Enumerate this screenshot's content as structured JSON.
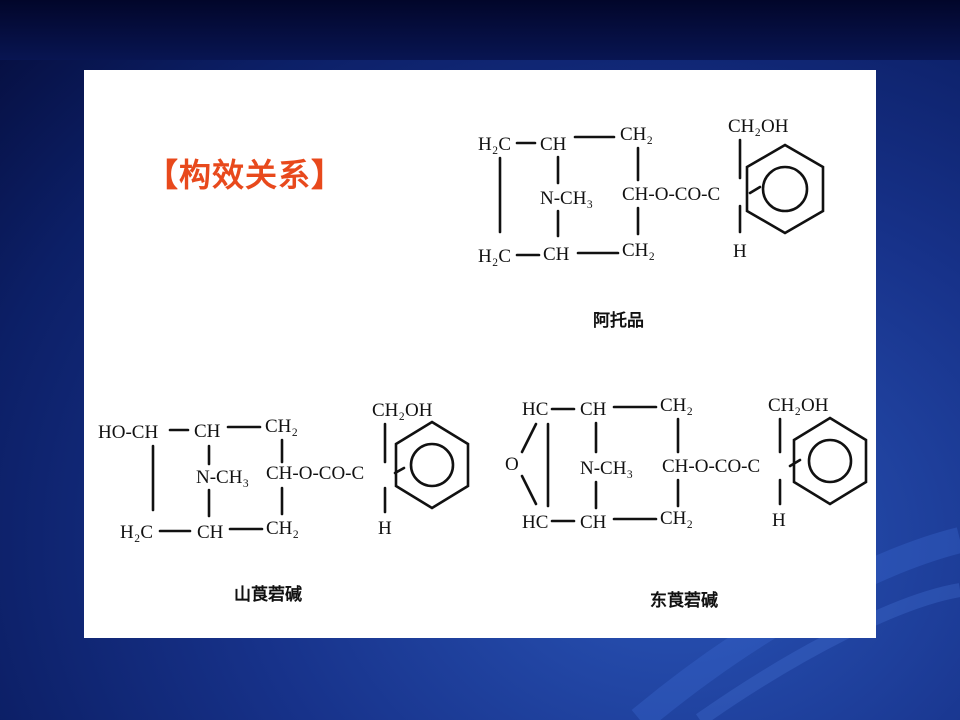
{
  "slide": {
    "title": "【构效关系】"
  },
  "molecules": {
    "atropine": {
      "name": "阿托品",
      "atoms": {
        "h2c_top": "H₂C",
        "ch_top": "CH",
        "ch2_top": "CH₂",
        "n_ch3": "N-CH₃",
        "ch_ester": "CH-O-CO-C",
        "ch2oh": "CH₂OH",
        "h": "H",
        "h2c_bot": "H₂C",
        "ch_bot": "CH",
        "ch2_bot": "CH₂"
      }
    },
    "anisodamine": {
      "name": "山莨菪碱",
      "atoms": {
        "ho_ch": "HO-CH",
        "ch_top": "CH",
        "ch2_top": "CH₂",
        "n_ch3": "N-CH₃",
        "ch_ester": "CH-O-CO-C",
        "ch2oh": "CH₂OH",
        "h": "H",
        "h2c_bot": "H₂C",
        "ch_bot": "CH",
        "ch2_bot": "CH₂"
      }
    },
    "scopolamine": {
      "name": "东莨菪碱",
      "atoms": {
        "hc_top": "HC",
        "ch_top": "CH",
        "ch2_top": "CH₂",
        "o": "O",
        "n_ch3": "N-CH₃",
        "ch_ester": "CH-O-CO-C",
        "ch2oh": "CH₂OH",
        "h": "H",
        "hc_bot": "HC",
        "ch_bot": "CH",
        "ch2_bot": "CH₂"
      }
    }
  }
}
